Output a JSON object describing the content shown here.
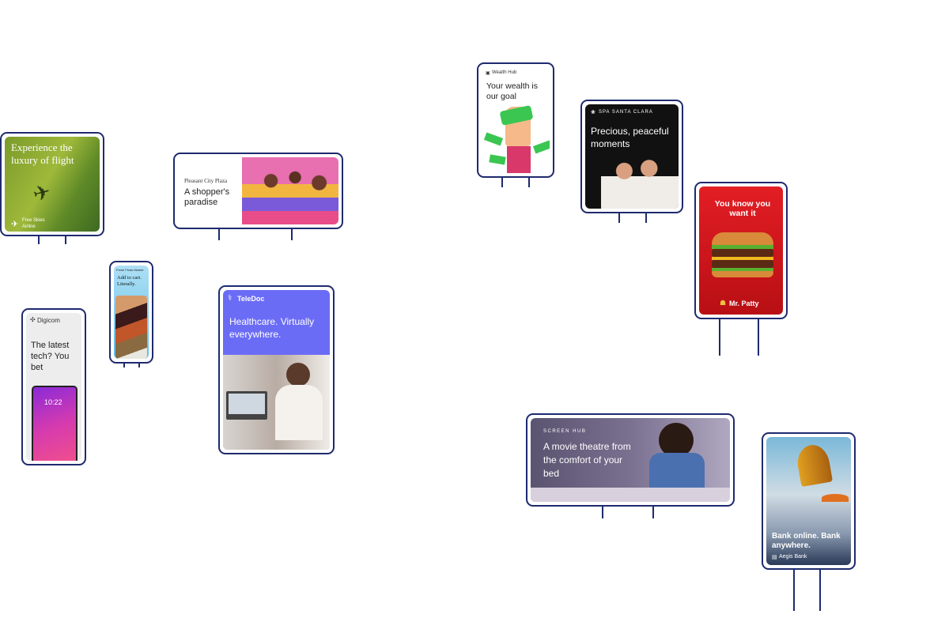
{
  "billboards": {
    "airline": {
      "headline": "Experience the luxury of flight",
      "brand": "Free Skies Airline"
    },
    "plaza": {
      "brand": "Pleasant City Plaza",
      "headline": "A shopper's paradise"
    },
    "grocery": {
      "brand": "Fresh Finds Market",
      "headline": "Add to cart. Literally."
    },
    "digicom": {
      "brand": "Digicom",
      "headline": "The latest tech? You bet",
      "phone_time": "10:22"
    },
    "teledoc": {
      "brand": "TeleDoc",
      "headline": "Healthcare. Virtually everywhere."
    },
    "wealth": {
      "brand": "Wealth Hub",
      "headline": "Your wealth is our goal"
    },
    "spa": {
      "brand": "SPA SANTA CLARA",
      "headline": "Precious, peaceful moments"
    },
    "burger": {
      "headline": "You know you want it",
      "brand": "Mr. Patty"
    },
    "screen": {
      "brand": "SCREEN HUB",
      "headline": "A movie theatre from the comfort of your bed"
    },
    "bank": {
      "headline": "Bank online. Bank anywhere.",
      "brand": "Aegis Bank"
    }
  }
}
